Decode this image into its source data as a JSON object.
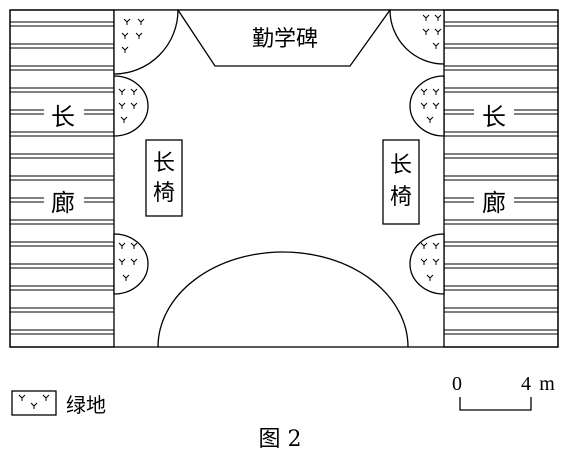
{
  "labels": {
    "monument": "勤学碑",
    "corridor_left_1": "长",
    "corridor_left_2": "廊",
    "corridor_right_1": "长",
    "corridor_right_2": "廊",
    "bench_left_1": "长",
    "bench_left_2": "椅",
    "bench_right_1": "长",
    "bench_right_2": "椅"
  },
  "legend": {
    "symbol": "grass-symbol",
    "label": "绿地"
  },
  "scale": {
    "start": "0",
    "end": "4",
    "unit": "m"
  },
  "caption": "图 2",
  "colors": {
    "ink": "#000000",
    "paper": "#ffffff"
  }
}
